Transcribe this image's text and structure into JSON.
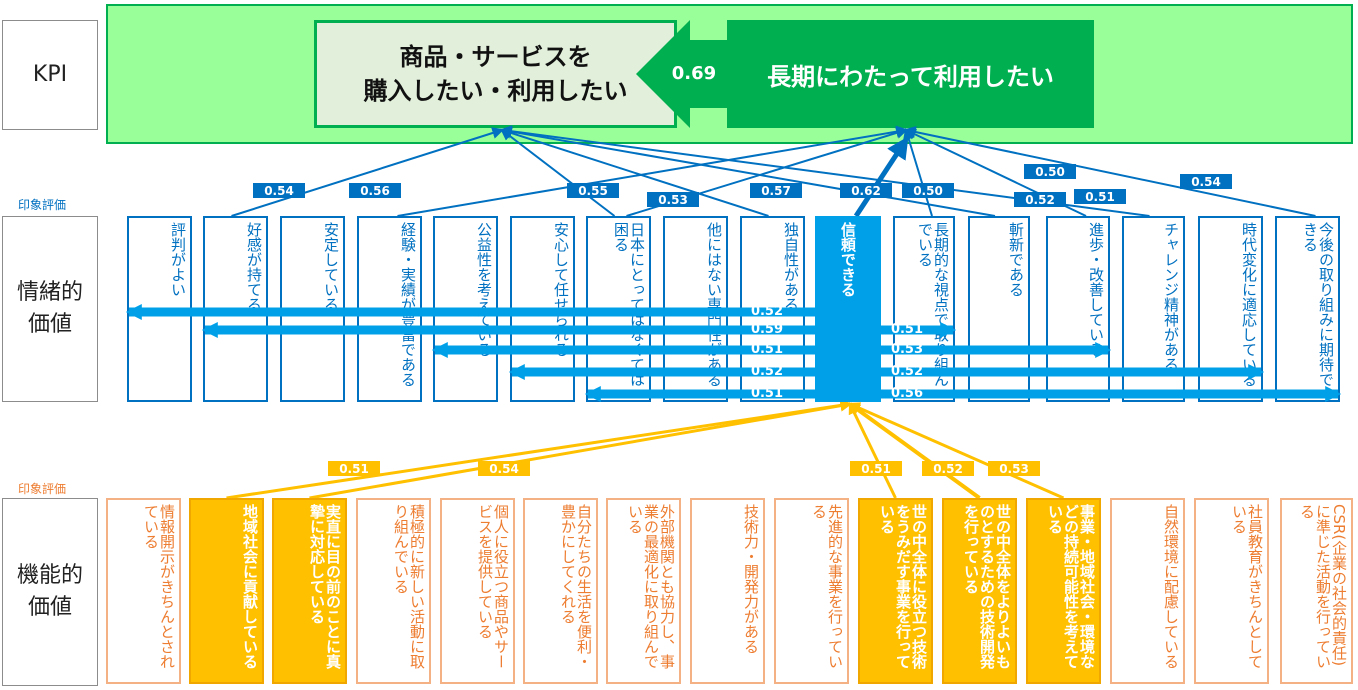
{
  "row_labels": {
    "kpi": "KPI",
    "emotional": "情緒的\n価値",
    "functional": "機能的\n価値"
  },
  "impression_labels": [
    "印象評価",
    "印象評価"
  ],
  "kpi": {
    "left": "商品・サービスを\n購入したい・利用したい",
    "right": "長期にわたって利用したい",
    "link_value": "0.69"
  },
  "emotional_items": [
    {
      "label": "評判がよい",
      "highlight": false
    },
    {
      "label": "好感が持てる",
      "highlight": false
    },
    {
      "label": "安定している",
      "highlight": false
    },
    {
      "label": "経験・実績が豊富である",
      "highlight": false
    },
    {
      "label": "公益性を考えている",
      "highlight": false
    },
    {
      "label": "安心して任せられる",
      "highlight": false
    },
    {
      "label": "日本にとってはなくては困る",
      "highlight": false
    },
    {
      "label": "他にはない専門性がある",
      "highlight": false
    },
    {
      "label": "独自性がある",
      "highlight": false
    },
    {
      "label": "信頼できる",
      "highlight": true
    },
    {
      "label": "長期的な視点で取り組んでいる",
      "highlight": false
    },
    {
      "label": "斬新である",
      "highlight": false
    },
    {
      "label": "進歩・改善している",
      "highlight": false
    },
    {
      "label": "チャレンジ精神がある",
      "highlight": false
    },
    {
      "label": "時代変化に適応している",
      "highlight": false
    },
    {
      "label": "今後の取り組みに期待できる",
      "highlight": false
    }
  ],
  "functional_items": [
    {
      "label": "情報開示がきちんとされている",
      "highlight": false
    },
    {
      "label": "地域社会に貢献している",
      "highlight": true
    },
    {
      "label": "実直に目の前のことに真摯に対応している",
      "highlight": true
    },
    {
      "label": "積極的に新しい活動に取り組んでいる",
      "highlight": false
    },
    {
      "label": "個人に役立つ商品やサービスを提供している",
      "highlight": false
    },
    {
      "label": "自分たちの生活を便利・豊かにしてくれる",
      "highlight": false
    },
    {
      "label": "外部機関とも協力し、事業の最適化に取り組んでいる",
      "highlight": false
    },
    {
      "label": "技術力・開発力がある",
      "highlight": false
    },
    {
      "label": "先進的な事業を行っている",
      "highlight": false
    },
    {
      "label": "世の中全体に役立つ技術をうみだす事業を行っている",
      "highlight": true
    },
    {
      "label": "世の中全体をよりよいものとするための技術開発を行っている",
      "highlight": true
    },
    {
      "label": "事業・地域社会・環境などの持続可能性を考えている",
      "highlight": true
    },
    {
      "label": "自然環境に配慮している",
      "highlight": false
    },
    {
      "label": "社員教育がきちんとしている",
      "highlight": false
    },
    {
      "label": "CSR(企業の社会的責任)に準じた活動を行っている",
      "highlight": false
    }
  ],
  "kpi_links": [
    {
      "from": 1,
      "to": "left",
      "value": "0.54"
    },
    {
      "from": 3,
      "to": "right",
      "value": "0.56"
    },
    {
      "from": 6,
      "to": "left",
      "value": "0.55"
    },
    {
      "from": 6,
      "to": "right",
      "value": "0.53"
    },
    {
      "from": 8,
      "to": "left",
      "value": "0.57"
    },
    {
      "from": 9,
      "to": "right",
      "value": "0.62"
    },
    {
      "from": 10,
      "to": "right",
      "value": "0.50"
    },
    {
      "from": 11,
      "to": "left",
      "value": "0.52"
    },
    {
      "from": 12,
      "to": "right",
      "value": "0.50"
    },
    {
      "from": 13,
      "to": "left",
      "value": "0.51"
    },
    {
      "from": 15,
      "to": "right",
      "value": "0.54"
    }
  ],
  "trust_links": [
    {
      "target": 0,
      "value": "0.52"
    },
    {
      "target": 1,
      "value": "0.59"
    },
    {
      "target": 4,
      "value": "0.51"
    },
    {
      "target": 5,
      "value": "0.52"
    },
    {
      "target": 6,
      "value": "0.51"
    },
    {
      "target": 10,
      "value": "0.51"
    },
    {
      "target": 12,
      "value": "0.53"
    },
    {
      "target": 14,
      "value": "0.52"
    },
    {
      "target": 15,
      "value": "0.56"
    }
  ],
  "functional_links": [
    {
      "from": 1,
      "value": "0.51"
    },
    {
      "from": 2,
      "value": "0.54"
    },
    {
      "from": 9,
      "value": "0.51"
    },
    {
      "from": 10,
      "value": "0.52"
    },
    {
      "from": 11,
      "value": "0.53"
    }
  ],
  "colors": {
    "green": "#00b050",
    "blue": "#0070c0",
    "cyan": "#00a0e9",
    "gold": "#ffc000",
    "orange": "#ed7d31"
  }
}
